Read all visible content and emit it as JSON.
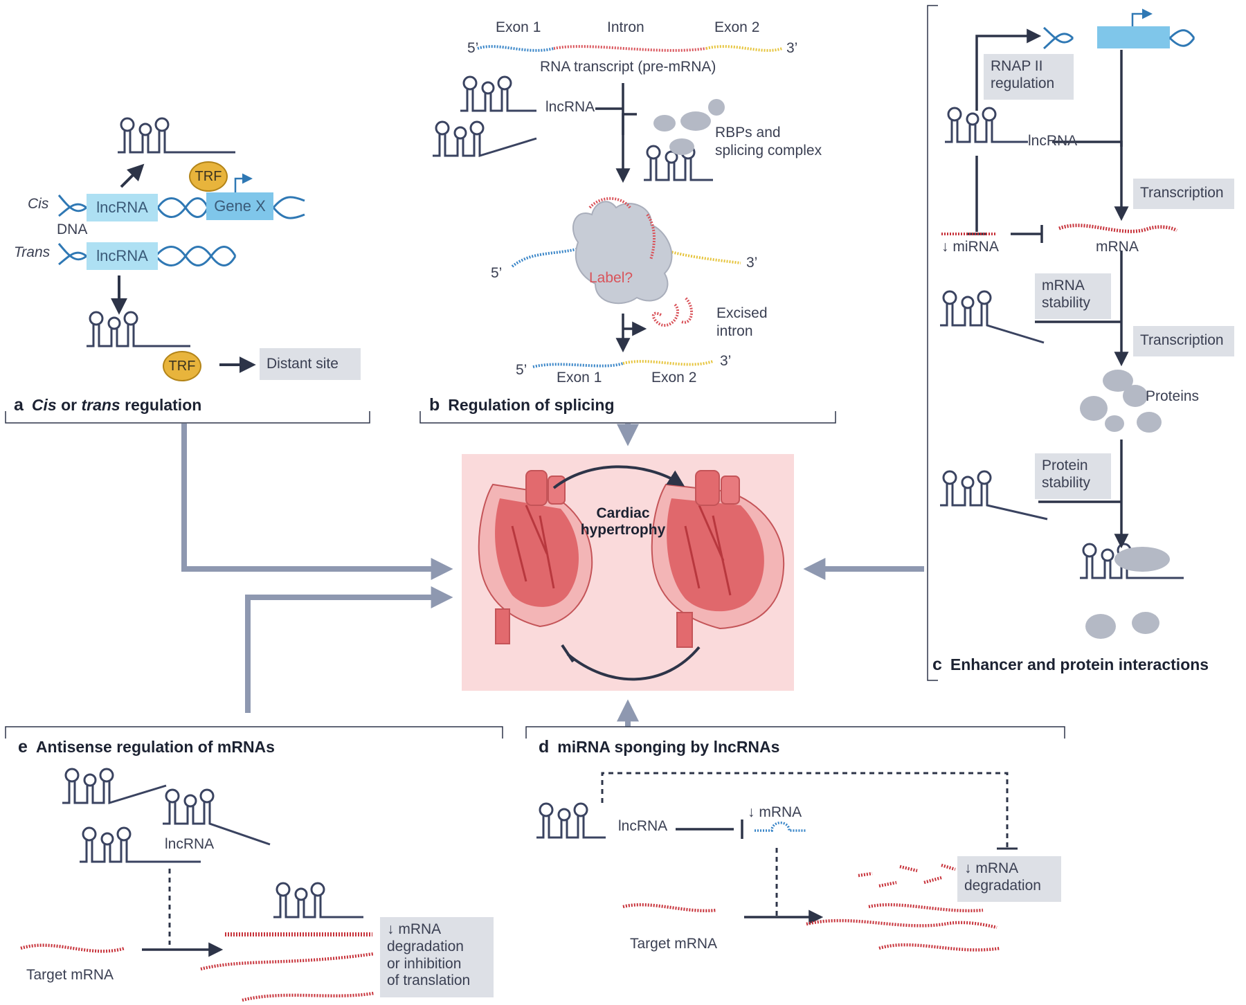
{
  "panel_a": {
    "title_letter": "a",
    "title_cis": "Cis",
    "title_or": "or",
    "title_trans": "trans",
    "title_rest": "regulation",
    "cis_label": "Cis",
    "trans_label": "Trans",
    "dna_label": "DNA",
    "lncrna_gene_cis": "lncRNA",
    "lncrna_gene_trans": "lncRNA",
    "gene_x": "Gene X",
    "trf_top": "TRF",
    "trf_bottom": "TRF",
    "distant_site": "Distant site"
  },
  "panel_b": {
    "title_letter": "b",
    "title": "Regulation of splicing",
    "exon1_top": "Exon 1",
    "intron": "Intron",
    "exon2_top": "Exon 2",
    "five_prime_top": "5’",
    "three_prime_top": "3’",
    "transcript": "RNA transcript (pre-mRNA)",
    "lncrna": "lncRNA",
    "rbps_line1": "RBPs and",
    "rbps_line2": "splicing complex",
    "five_prime_mid": "5’",
    "three_prime_mid": "3’",
    "spliceosome_label": "Label?",
    "excised_line1": "Excised",
    "excised_line2": "intron",
    "five_prime_bottom": "5’",
    "three_prime_bottom": "3’",
    "exon1_bottom": "Exon 1",
    "exon2_bottom": "Exon 2"
  },
  "panel_c": {
    "title_letter": "c",
    "title": "Enhancer and protein interactions",
    "rnap_line1": "RNAP II",
    "rnap_line2": "regulation",
    "lncrna": "lncRNA",
    "transcription_1": "Transcription",
    "mirna": "↓ miRNA",
    "mrna": "mRNA",
    "mrna_stability_1": "mRNA",
    "mrna_stability_2": "stability",
    "transcription_2": "Transcription",
    "proteins": "Proteins",
    "protein_stability_1": "Protein",
    "protein_stability_2": "stability"
  },
  "panel_d": {
    "title_letter": "d",
    "title": "miRNA sponging by lncRNAs",
    "lncrna": "lncRNA",
    "mrna_down": "↓ mRNA",
    "degradation_1": "↓ mRNA",
    "degradation_2": "degradation",
    "target_mrna": "Target mRNA"
  },
  "panel_e": {
    "title_letter": "e",
    "title": "Antisense regulation of mRNAs",
    "lncrna": "lncRNA",
    "target_mrna": "Target mRNA",
    "outcome_1": "↓ mRNA",
    "outcome_2": "degradation",
    "outcome_3": "or inhibition",
    "outcome_4": "of translation"
  },
  "center": {
    "line1": "Cardiac",
    "line2": "hypertrophy"
  },
  "colors": {
    "navy": "#2d3448",
    "blue_dna": "#2f78b4",
    "exon_blue": "#3a86c8",
    "intron_red": "#d9535a",
    "exon_yellow": "#e6c43c",
    "rna_red": "#c7323a",
    "gray_box": "#dde0e6",
    "arrow_gray": "#8e98b0",
    "center_bg": "#fadadb",
    "gene_box": "#aee0f3",
    "trf": "#e8b43c"
  }
}
